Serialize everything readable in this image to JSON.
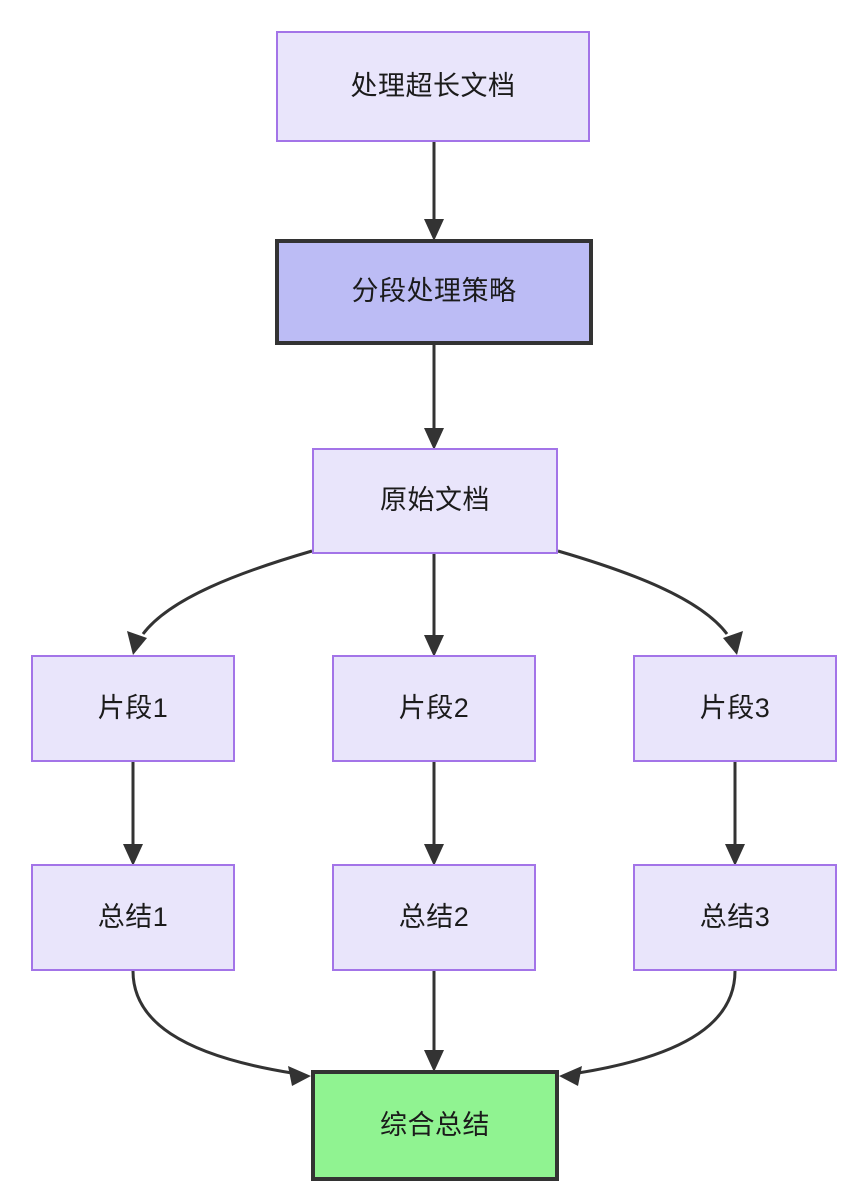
{
  "diagram": {
    "type": "flowchart",
    "direction": "top-to-bottom",
    "background_color": "#ffffff",
    "edge_color": "#333333",
    "palette": {
      "default_fill": "#e9e5fb",
      "default_border": "#a374e8",
      "emphasis_fill": "#bcbcf5",
      "emphasis_border": "#333333",
      "result_fill": "#90f391",
      "result_border": "#333333",
      "text_color": "#1b1b1b"
    },
    "nodes": {
      "long_doc": {
        "label": "处理超长文档",
        "style": "default"
      },
      "chunk_strategy": {
        "label": "分段处理策略",
        "style": "emphasis"
      },
      "source_doc": {
        "label": "原始文档",
        "style": "default"
      },
      "fragment_1": {
        "label": "片段1",
        "style": "default"
      },
      "fragment_2": {
        "label": "片段2",
        "style": "default"
      },
      "fragment_3": {
        "label": "片段3",
        "style": "default"
      },
      "summary_1": {
        "label": "总结1",
        "style": "default"
      },
      "summary_2": {
        "label": "总结2",
        "style": "default"
      },
      "summary_3": {
        "label": "总结3",
        "style": "default"
      },
      "final_summary": {
        "label": "综合总结",
        "style": "result"
      }
    },
    "edges": [
      {
        "from": "long_doc",
        "to": "chunk_strategy",
        "shape": "straight",
        "label": ""
      },
      {
        "from": "chunk_strategy",
        "to": "source_doc",
        "shape": "straight",
        "label": ""
      },
      {
        "from": "source_doc",
        "to": "fragment_1",
        "shape": "curve",
        "label": ""
      },
      {
        "from": "source_doc",
        "to": "fragment_2",
        "shape": "straight",
        "label": ""
      },
      {
        "from": "source_doc",
        "to": "fragment_3",
        "shape": "curve",
        "label": ""
      },
      {
        "from": "fragment_1",
        "to": "summary_1",
        "shape": "straight",
        "label": ""
      },
      {
        "from": "fragment_2",
        "to": "summary_2",
        "shape": "straight",
        "label": ""
      },
      {
        "from": "fragment_3",
        "to": "summary_3",
        "shape": "straight",
        "label": ""
      },
      {
        "from": "summary_1",
        "to": "final_summary",
        "shape": "curve",
        "label": ""
      },
      {
        "from": "summary_2",
        "to": "final_summary",
        "shape": "straight",
        "label": ""
      },
      {
        "from": "summary_3",
        "to": "final_summary",
        "shape": "curve",
        "label": ""
      }
    ]
  }
}
